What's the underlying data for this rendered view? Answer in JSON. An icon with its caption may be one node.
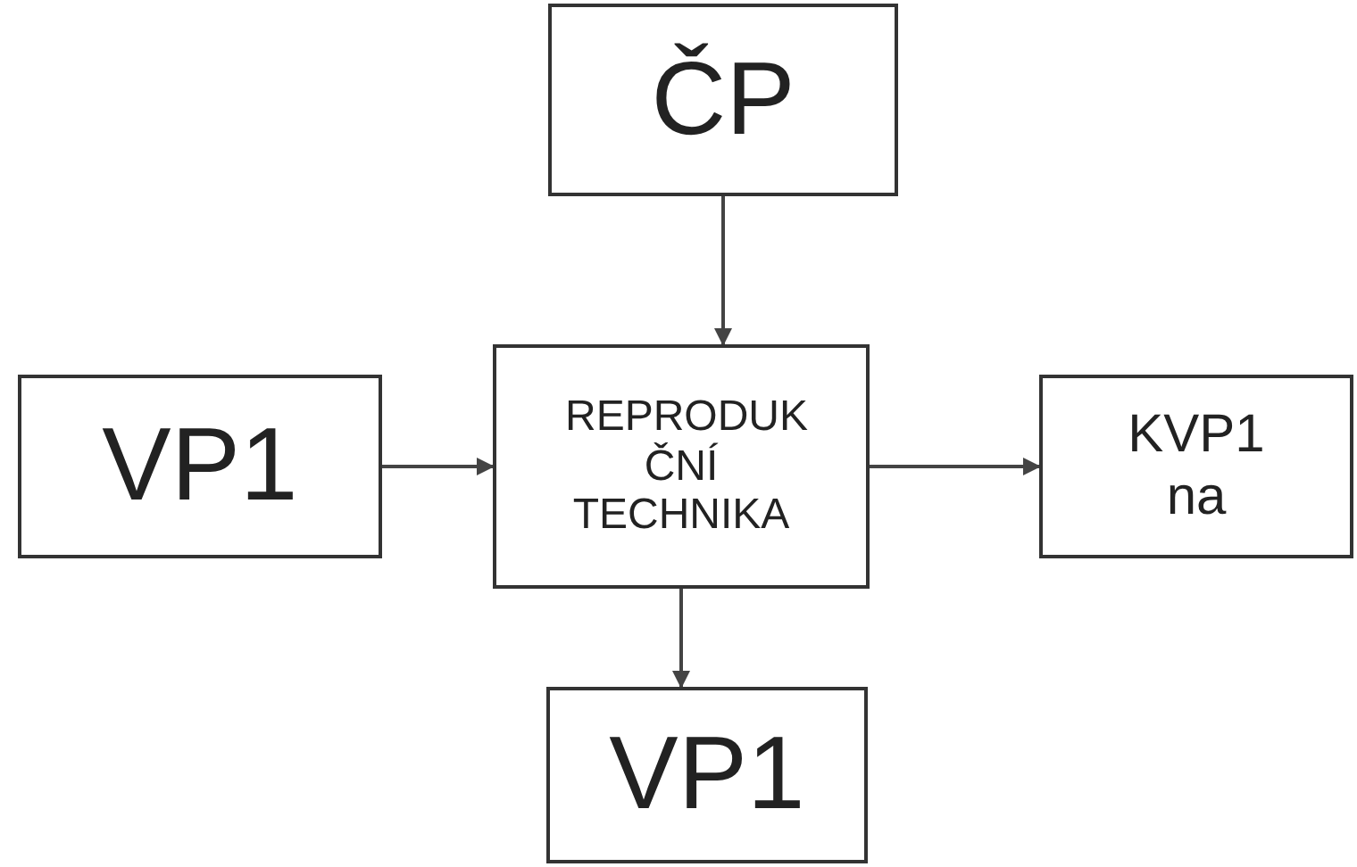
{
  "diagram": {
    "nodes": [
      {
        "text": [
          "ČP"
        ]
      },
      {
        "text": [
          "VP1"
        ]
      },
      {
        "text": [
          "REPRODUK ČNÍ TECHNIKA"
        ]
      },
      {
        "text": [
          "KVP1 na"
        ]
      },
      {
        "text": [
          "VP1"
        ]
      }
    ],
    "edges": [
      {
        "from": 0,
        "to": 2,
        "arrow": "to"
      },
      {
        "from": 1,
        "to": 2,
        "arrow": "to"
      },
      {
        "from": 2,
        "to": 3,
        "arrow": "to"
      },
      {
        "from": 2,
        "to": 4,
        "arrow": "to"
      }
    ]
  }
}
